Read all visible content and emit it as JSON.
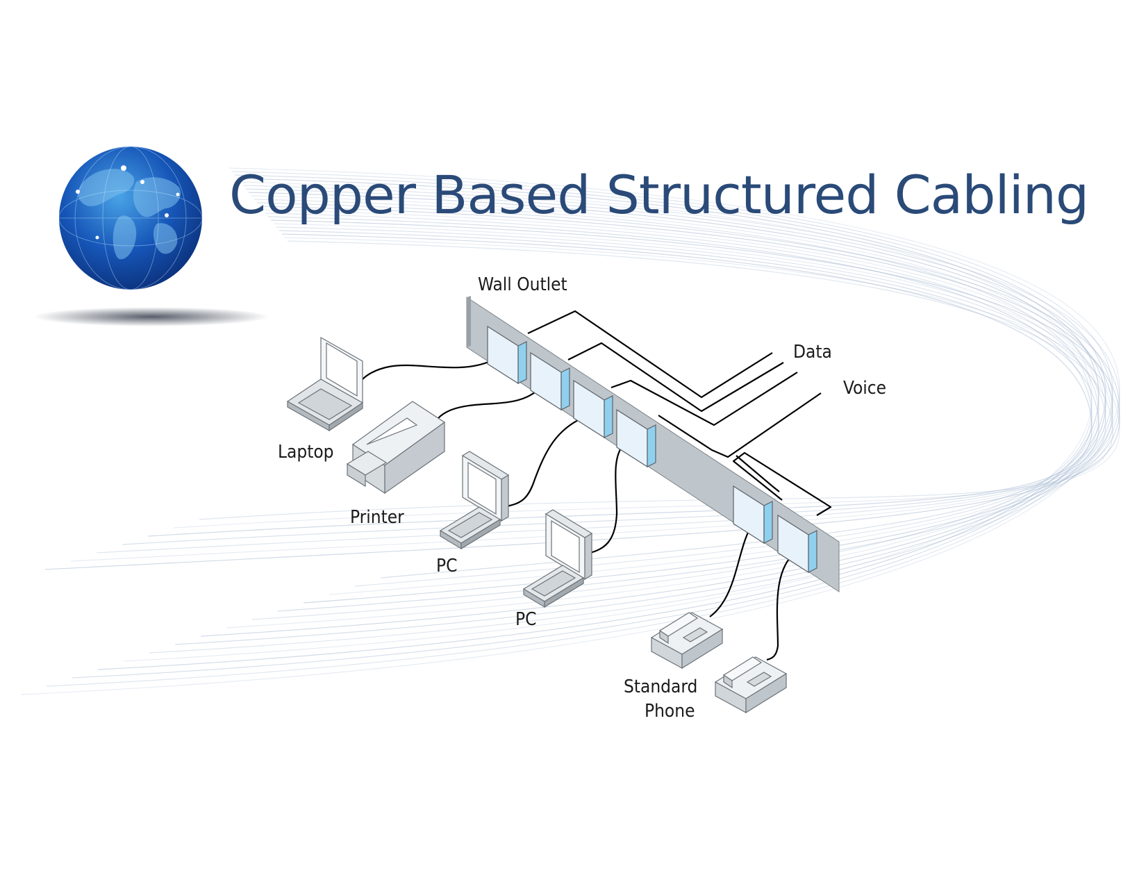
{
  "slide": {
    "title": "Copper Based Structured Cabling",
    "title_color": "#2a4a78"
  },
  "diagram": {
    "labels": {
      "wall_outlet": "Wall Outlet",
      "data": "Data",
      "voice": "Voice",
      "laptop": "Laptop",
      "printer": "Printer",
      "pc_1": "PC",
      "pc_2": "PC",
      "standard": "Standard",
      "phone": "Phone"
    },
    "colors": {
      "panel": "#bfc6cb",
      "jack_face": "#e8f2fa",
      "jack_side": "#8fd0ef",
      "cable": "#000000",
      "swoosh": "#9fb4cf",
      "globe_dark": "#0b2f78",
      "globe_light": "#4aa3e6"
    },
    "icons": [
      "globe-icon",
      "laptop-icon",
      "printer-icon",
      "pc-icon",
      "phone-icon"
    ]
  }
}
